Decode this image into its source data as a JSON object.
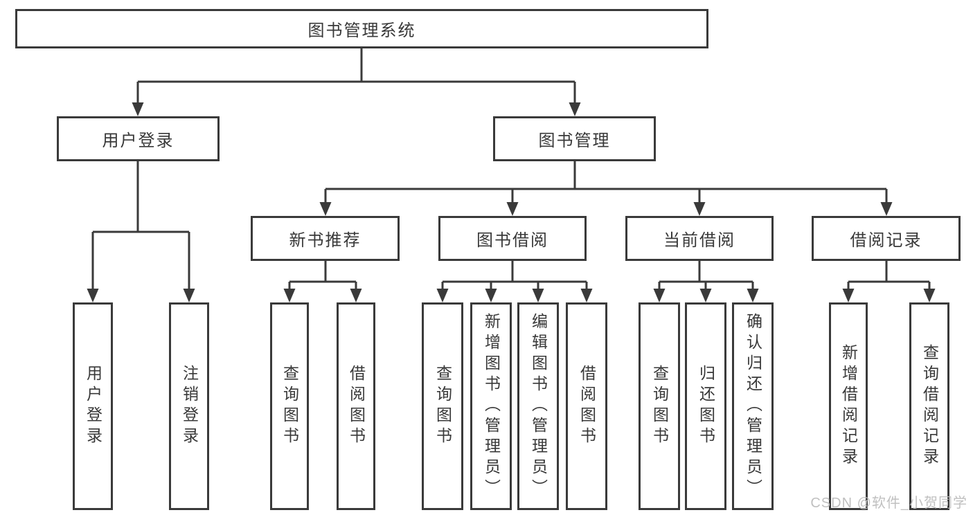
{
  "tree": {
    "root": {
      "label": "图书管理系统"
    },
    "branches": [
      {
        "label": "用户登录",
        "children": [
          {
            "label": "用户登录"
          },
          {
            "label": "注销登录"
          }
        ]
      },
      {
        "label": "图书管理",
        "children": [
          {
            "label": "新书推荐",
            "children": [
              {
                "label": "查询图书"
              },
              {
                "label": "借阅图书"
              }
            ]
          },
          {
            "label": "图书借阅",
            "children": [
              {
                "label": "查询图书"
              },
              {
                "label": "新增图书（管理员）"
              },
              {
                "label": "编辑图书（管理员）"
              },
              {
                "label": "借阅图书"
              }
            ]
          },
          {
            "label": "当前借阅",
            "children": [
              {
                "label": "查询图书"
              },
              {
                "label": "归还图书"
              },
              {
                "label": "确认归还（管理员）"
              }
            ]
          },
          {
            "label": "借阅记录",
            "children": [
              {
                "label": "新增借阅记录"
              },
              {
                "label": "查询借阅记录"
              }
            ]
          }
        ]
      }
    ]
  },
  "watermark": {
    "text": "CSDN @软件_小贺同学"
  },
  "colors": {
    "line": "#3a3a3a",
    "text": "#383838",
    "watermark": "#bdbdbd",
    "background": "#ffffff"
  }
}
